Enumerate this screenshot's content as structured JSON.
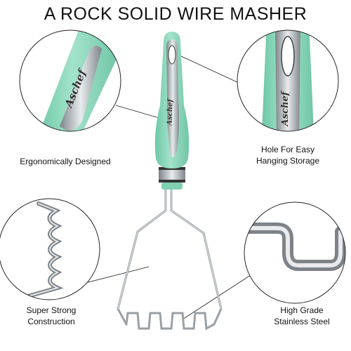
{
  "title": "A ROCK SOLID WIRE MASHER",
  "callouts": {
    "ergonomic": "Ergonomically Designed",
    "hole_line1": "Hole For Easy",
    "hole_line2": "Hanging Storage",
    "strong_line1": "Super Strong",
    "strong_line2": "Construction",
    "steel_line1": "High Grade",
    "steel_line2": "Stainless Steel"
  },
  "brand": "Aschef",
  "colors": {
    "handle_mint": "#8fd9bd",
    "handle_dark": "#5fb897",
    "steel": "#b9bec3",
    "steel_dark": "#6f7479",
    "line": "#222222"
  }
}
